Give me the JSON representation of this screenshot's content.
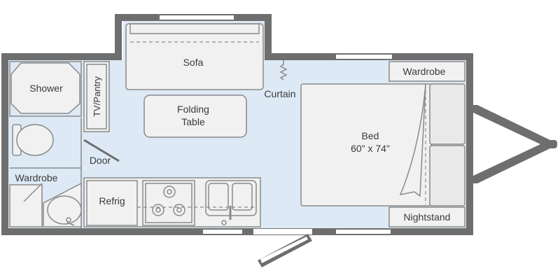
{
  "floorplan": {
    "rooms": {
      "sofa": "Sofa",
      "folding_table_line1": "Folding",
      "folding_table_line2": "Table",
      "curtain": "Curtain",
      "wardrobe_front": "Wardrobe",
      "bed": "Bed",
      "bed_size": "60\" x 74\"",
      "nightstand": "Nightstand",
      "shower": "Shower",
      "tv_pantry": "TV/Pantry",
      "door": "Door",
      "wardrobe_rear": "Wardrobe",
      "refrig": "Refrig"
    },
    "colors": {
      "wall": "#6e6e6e",
      "floor": "#dde9f5",
      "furniture": "#f1f1f1",
      "outline": "#8a8a8a",
      "text": "#3a3a3a",
      "window": "#ffffff"
    }
  }
}
